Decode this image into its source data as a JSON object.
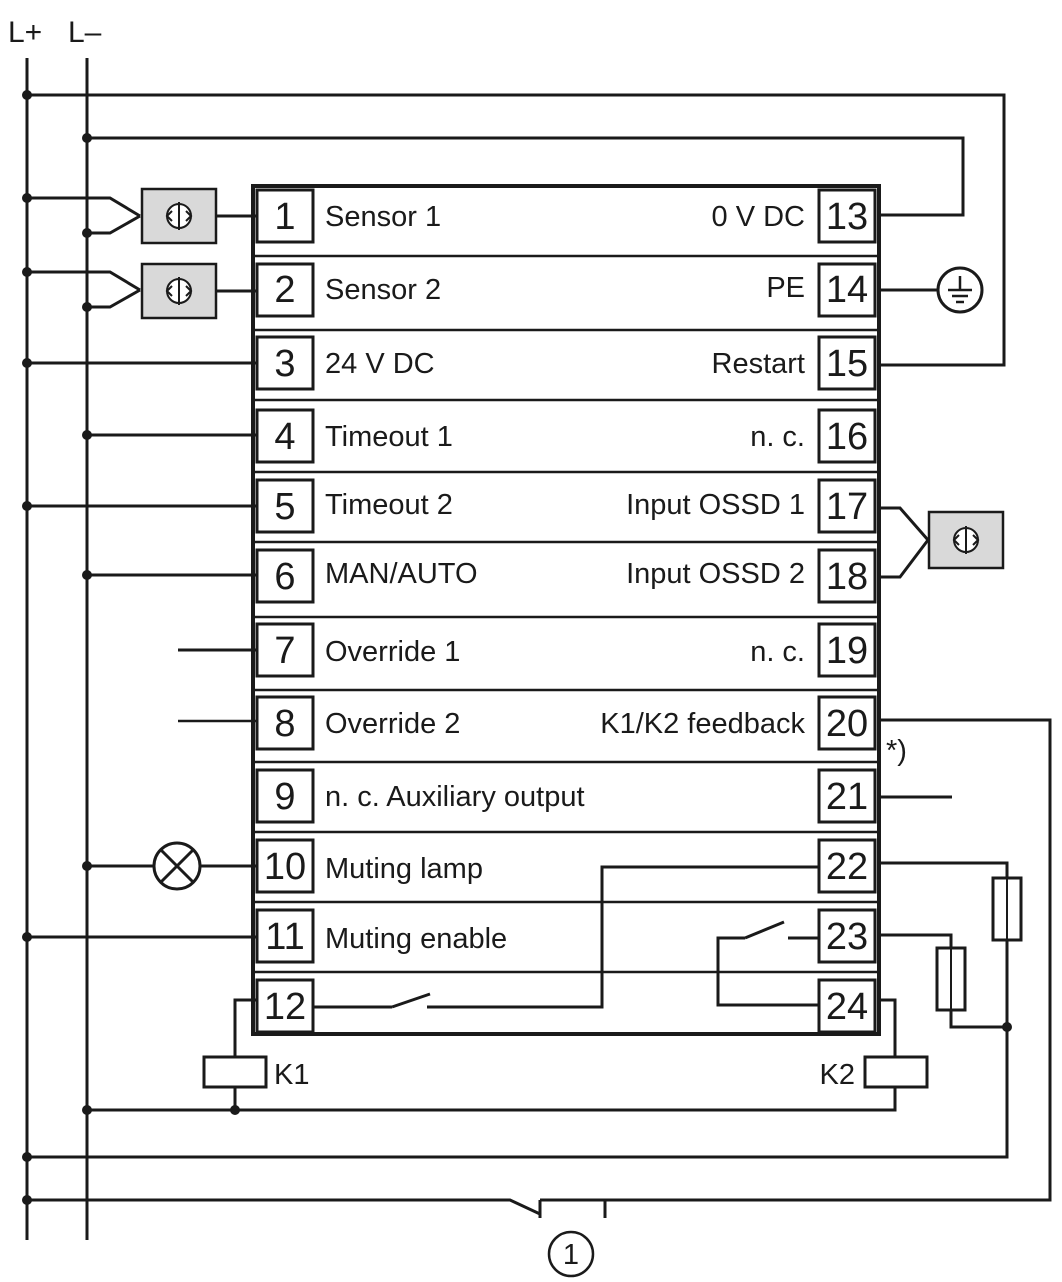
{
  "rails": {
    "l_plus": "L+",
    "l_minus": "L–"
  },
  "left_terminals": [
    {
      "num": "1",
      "label": "Sensor 1"
    },
    {
      "num": "2",
      "label": "Sensor 2"
    },
    {
      "num": "3",
      "label": "24 V DC"
    },
    {
      "num": "4",
      "label": "Timeout 1"
    },
    {
      "num": "5",
      "label": "Timeout 2"
    },
    {
      "num": "6",
      "label": "MAN/AUTO"
    },
    {
      "num": "7",
      "label": "Override 1"
    },
    {
      "num": "8",
      "label": "Override 2"
    },
    {
      "num": "9",
      "label": "n. c. Auxiliary output"
    },
    {
      "num": "10",
      "label": "Muting lamp"
    },
    {
      "num": "11",
      "label": "Muting enable"
    },
    {
      "num": "12",
      "label": ""
    }
  ],
  "right_terminals": [
    {
      "num": "13",
      "label": "0 V DC"
    },
    {
      "num": "14",
      "label": "PE"
    },
    {
      "num": "15",
      "label": "Restart"
    },
    {
      "num": "16",
      "label": "n. c."
    },
    {
      "num": "17",
      "label": "Input OSSD 1"
    },
    {
      "num": "18",
      "label": "Input OSSD 2"
    },
    {
      "num": "19",
      "label": "n. c."
    },
    {
      "num": "20",
      "label": "K1/K2 feedback"
    },
    {
      "num": "21",
      "label": ""
    },
    {
      "num": "22",
      "label": ""
    },
    {
      "num": "23",
      "label": ""
    },
    {
      "num": "24",
      "label": ""
    }
  ],
  "relays": {
    "k1": "K1",
    "k2": "K2"
  },
  "note": "*)",
  "callout": "1"
}
